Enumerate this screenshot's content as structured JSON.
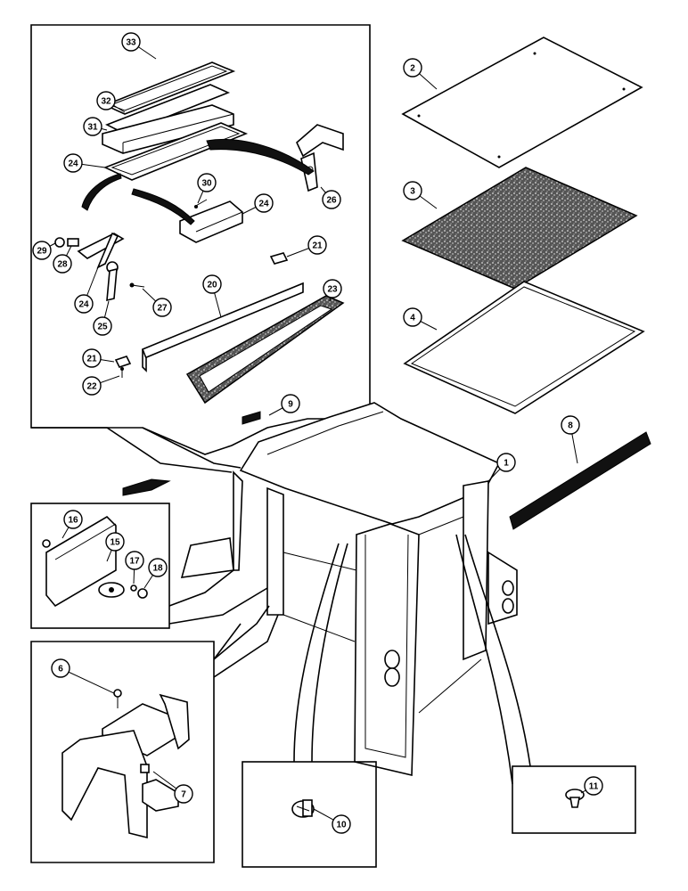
{
  "callouts": [
    {
      "id": "c33",
      "label": "33"
    },
    {
      "id": "c32",
      "label": "32"
    },
    {
      "id": "c31",
      "label": "31"
    },
    {
      "id": "c24a",
      "label": "24"
    },
    {
      "id": "c30",
      "label": "30"
    },
    {
      "id": "c26",
      "label": "26"
    },
    {
      "id": "c24b",
      "label": "24"
    },
    {
      "id": "c29",
      "label": "29"
    },
    {
      "id": "c28",
      "label": "28"
    },
    {
      "id": "c24c",
      "label": "24"
    },
    {
      "id": "c25",
      "label": "25"
    },
    {
      "id": "c27",
      "label": "27"
    },
    {
      "id": "c21a",
      "label": "21"
    },
    {
      "id": "c20",
      "label": "20"
    },
    {
      "id": "c23",
      "label": "23"
    },
    {
      "id": "c21b",
      "label": "21"
    },
    {
      "id": "c22",
      "label": "22"
    },
    {
      "id": "c2",
      "label": "2"
    },
    {
      "id": "c3",
      "label": "3"
    },
    {
      "id": "c4",
      "label": "4"
    },
    {
      "id": "c9",
      "label": "9"
    },
    {
      "id": "c8",
      "label": "8"
    },
    {
      "id": "c1",
      "label": "1"
    },
    {
      "id": "c16",
      "label": "16"
    },
    {
      "id": "c15",
      "label": "15"
    },
    {
      "id": "c17",
      "label": "17"
    },
    {
      "id": "c18",
      "label": "18"
    },
    {
      "id": "c6",
      "label": "6"
    },
    {
      "id": "c7",
      "label": "7"
    },
    {
      "id": "c10",
      "label": "10"
    },
    {
      "id": "c11",
      "label": "11"
    }
  ]
}
